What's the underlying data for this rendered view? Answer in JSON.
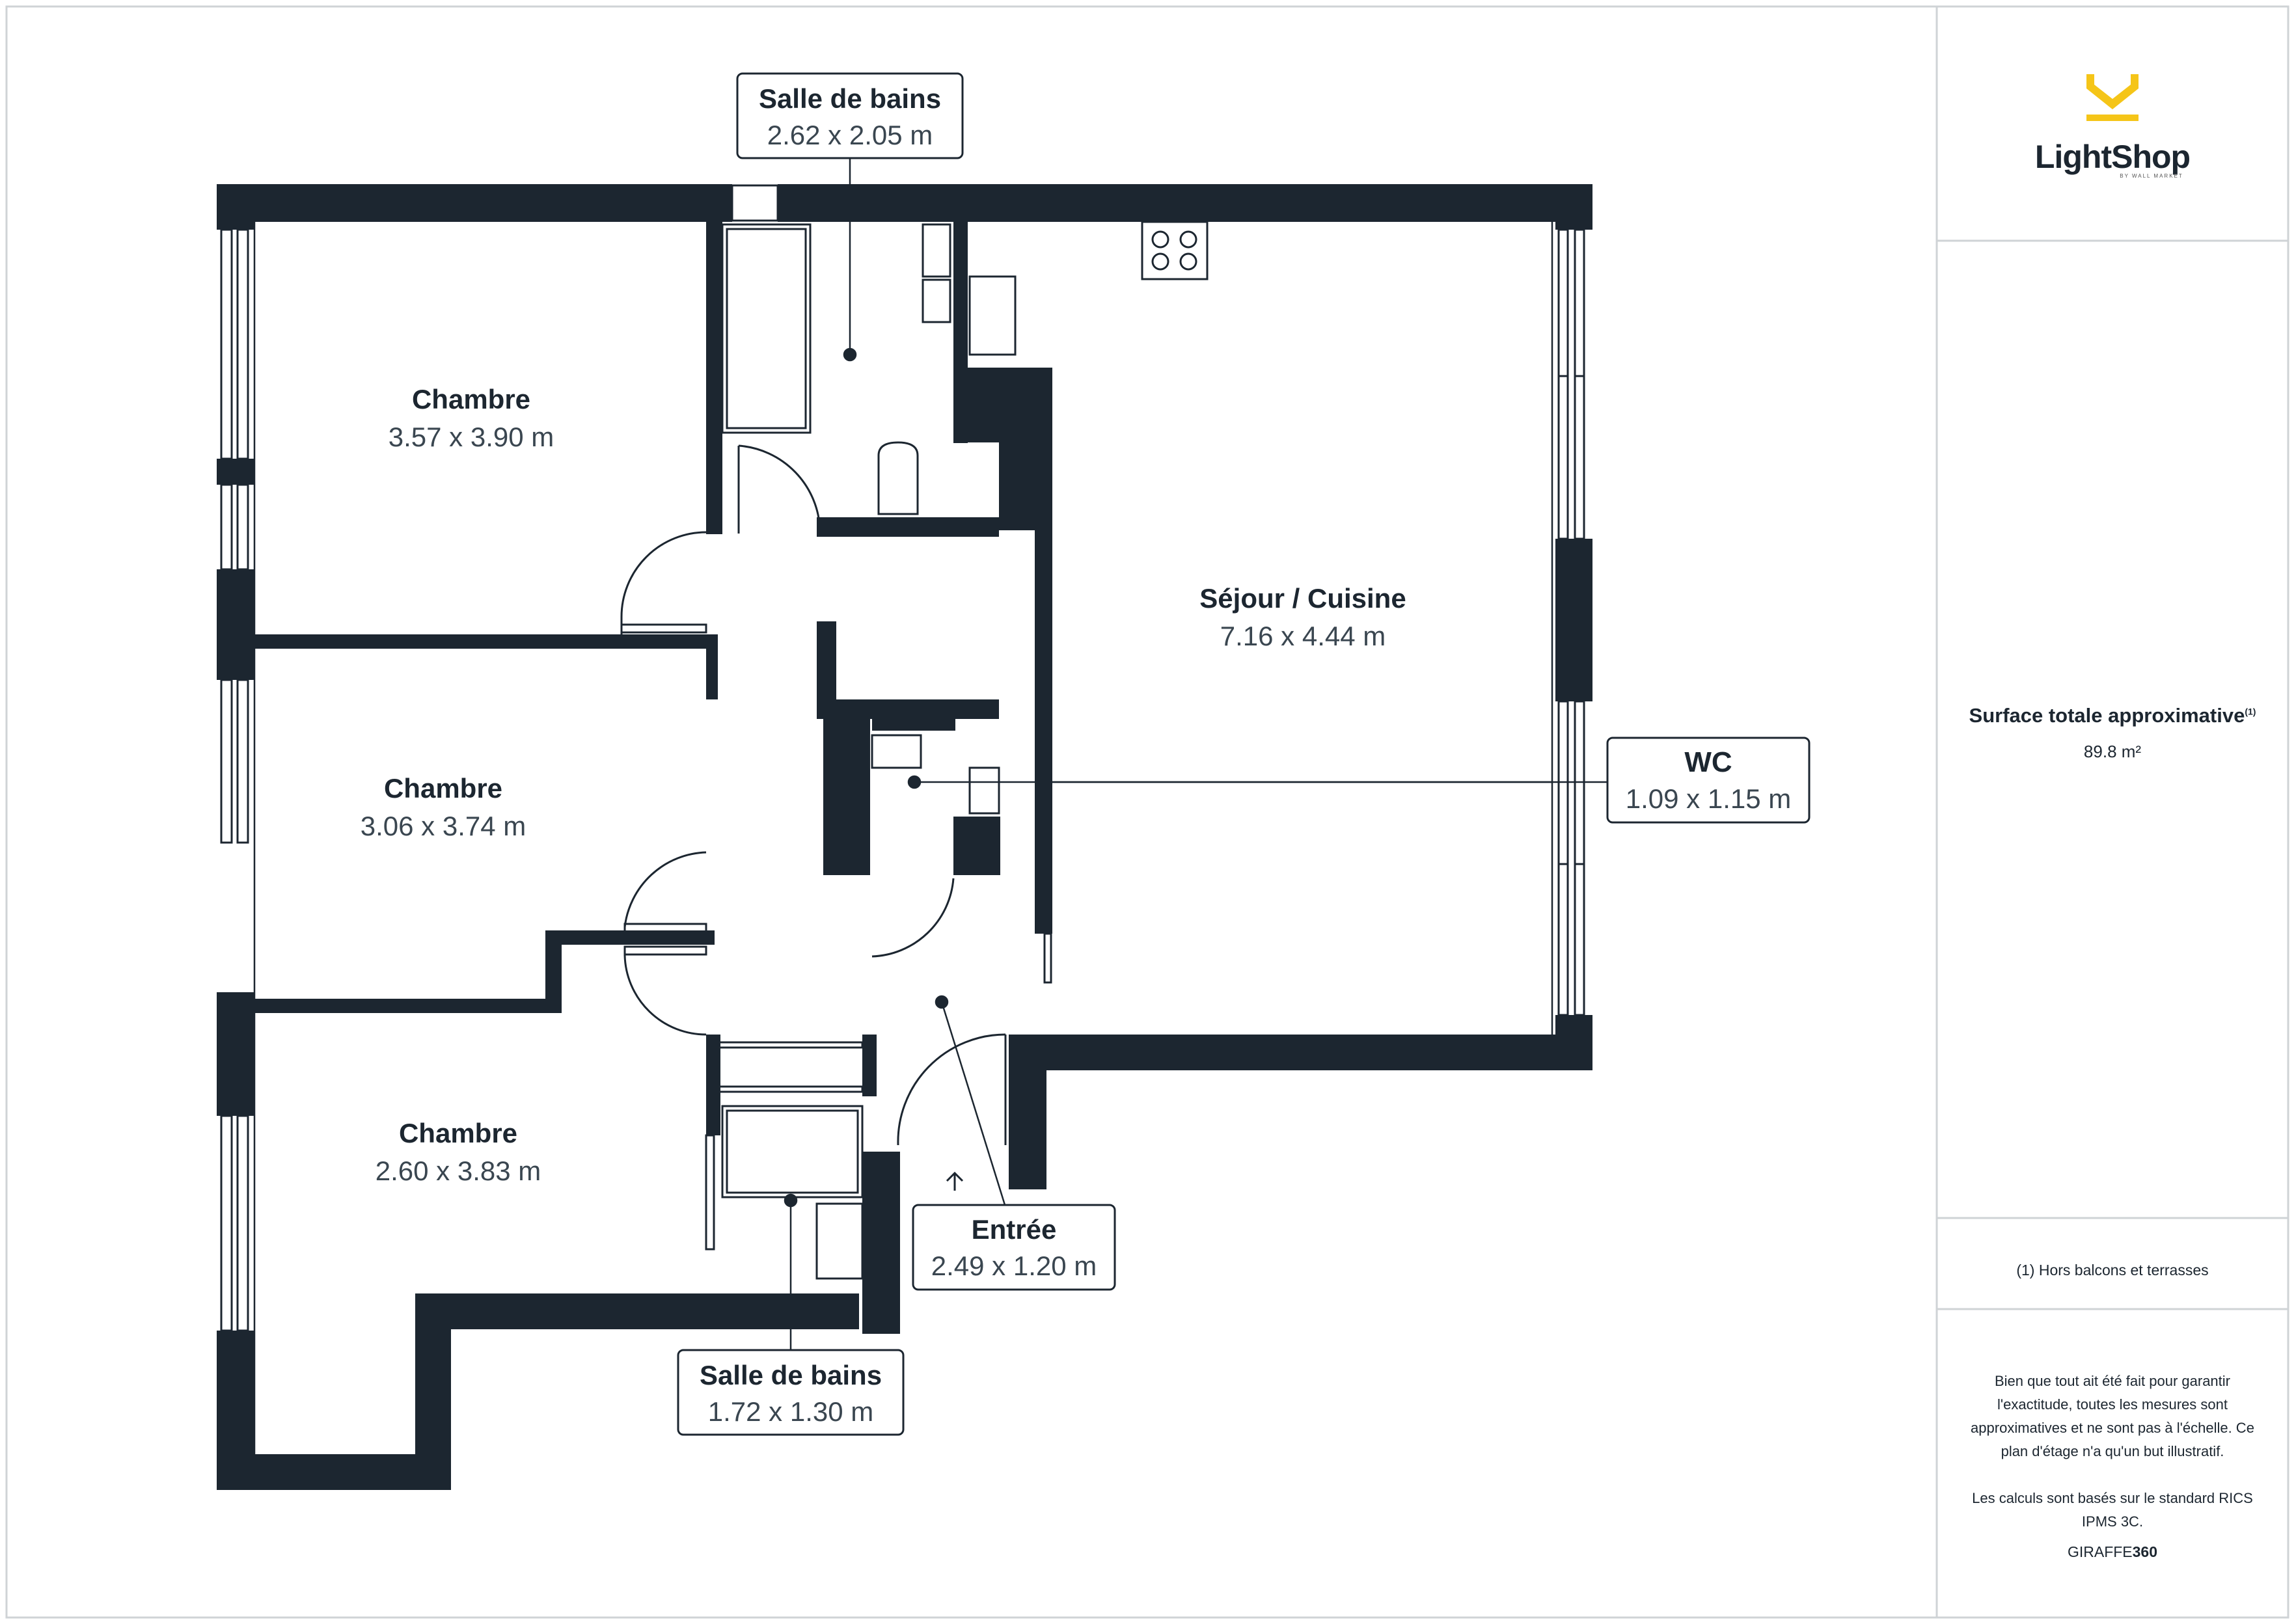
{
  "brand": {
    "name": "LightShop",
    "subtitle": "BY WALL MARKET",
    "accent_color": "#f5c518"
  },
  "summary": {
    "surface_label": "Surface totale approximative",
    "surface_note_mark": "(1)",
    "surface_value": "89.8 m²",
    "footnote": "(1) Hors balcons et terrasses",
    "disclaimer": "Bien que tout ait été fait pour garantir l'exactitude, toutes les mesures sont approximatives et ne sont pas à l'échelle. Ce plan d'étage n'a qu'un but illustratif.",
    "standard": "Les calculs sont basés sur le standard RICS IPMS 3C.",
    "credit_a": "GIRAFFE",
    "credit_b": "360"
  },
  "rooms": {
    "chambre1": {
      "name": "Chambre",
      "dims": "3.57 x 3.90 m"
    },
    "chambre2": {
      "name": "Chambre",
      "dims": "3.06 x 3.74 m"
    },
    "chambre3": {
      "name": "Chambre",
      "dims": "2.60 x 3.83 m"
    },
    "sejour": {
      "name": "Séjour / Cuisine",
      "dims": "7.16 x 4.44 m"
    },
    "sdb1": {
      "name": "Salle de bains",
      "dims": "2.62 x 2.05 m"
    },
    "sdb2": {
      "name": "Salle de bains",
      "dims": "1.72 x 1.30 m"
    },
    "wc": {
      "name": "WC",
      "dims": "1.09 x 1.15 m"
    },
    "entree": {
      "name": "Entrée",
      "dims": "2.49 x 1.20 m"
    }
  },
  "colors": {
    "wall": "#1c2630",
    "line": "#1c2630",
    "frame": "#cfd3d6"
  }
}
